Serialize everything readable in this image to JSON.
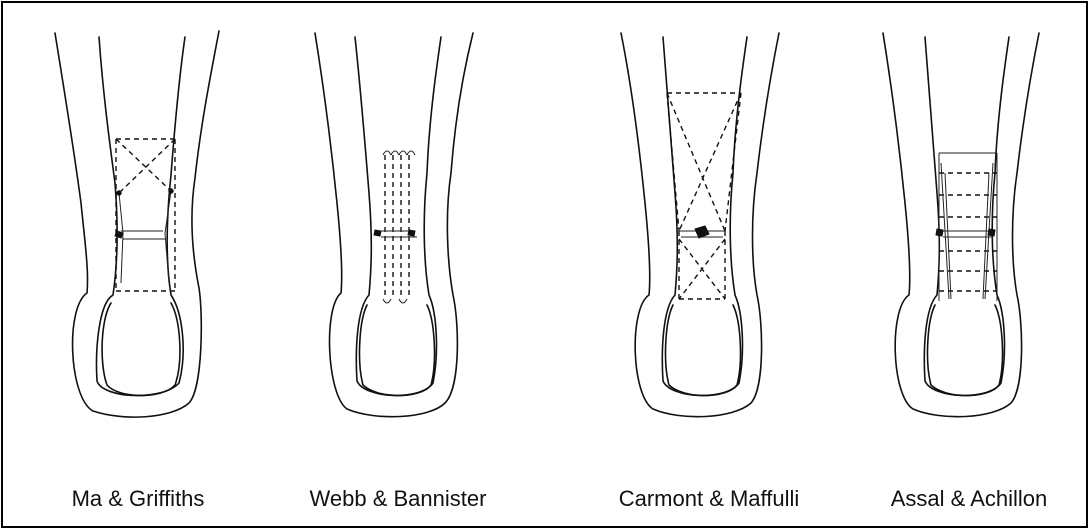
{
  "figure": {
    "panels": [
      {
        "caption": "Ma & Griffiths",
        "technique_icon": "percutaneous-suture-ma-griffiths"
      },
      {
        "caption": "Webb & Bannister",
        "technique_icon": "percutaneous-suture-webb-bannister"
      },
      {
        "caption": "Carmont & Maffulli",
        "technique_icon": "percutaneous-suture-carmont-maffulli"
      },
      {
        "caption": "Assal & Achillon",
        "technique_icon": "percutaneous-suture-assal-achillon"
      }
    ],
    "line_color": "#111111",
    "background": "#ffffff"
  }
}
